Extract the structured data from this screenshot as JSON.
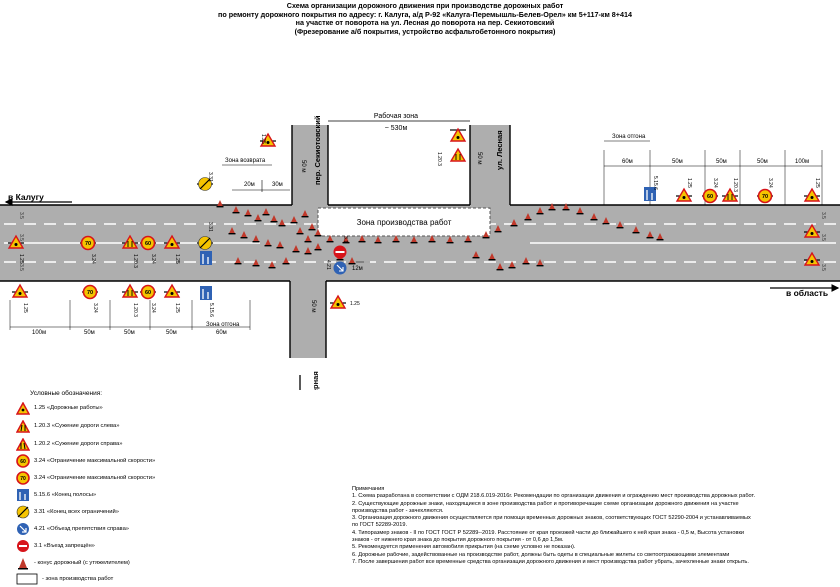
{
  "title": {
    "line1": "Схема организации дорожного движения при производстве дорожных работ",
    "line2": "по ремонту дорожного покрытия по адресу: г. Калуга, а/д Р-92 «Калуга-Перемышль-Белев-Орел» км 5+117-км 8+414",
    "line3": "на участке от поворота на ул. Лесная до поворота на пер. Секиотовский",
    "line4": "(Фрезерование а/б покрытия, устройство асфальтобетонного покрытия)"
  },
  "streets": {
    "to_kaluga": "в Калугу",
    "to_oblast": "в область",
    "sekiotovsky": "пер. Секиотовский",
    "lesnaya": "ул. Лесная",
    "planernaya": "ул. Планерная"
  },
  "zones": {
    "work_zone_title": "Рабочая зона",
    "work_zone_length": "~ 530м",
    "production_zone": "Зона производства работ",
    "return_zone": "Зона возврата",
    "otgon_zone_right": "Зона отгона",
    "otgon_zone_left": "Зона отгона"
  },
  "distances": {
    "d20": "20м",
    "d30": "30м",
    "d50_side_left": "50 м",
    "d50_side_right": "50 м",
    "d50_plan": "50 м",
    "d12": "12м",
    "top_right": [
      "60м",
      "50м",
      "50м",
      "50м",
      "100м"
    ],
    "bottom_left": [
      "100м",
      "50м",
      "50м",
      "50м",
      "60м"
    ]
  },
  "sign_codes": {
    "s125": "1.25",
    "s1203": "1.20.3",
    "s1202": "1.20.2",
    "s324": "3.24",
    "s331": "3.31",
    "s5156": "5.15.6",
    "s421": "4.21",
    "s31": "3.1",
    "s35": "3.5",
    "limit60": "60",
    "limit70": "70"
  },
  "legend": {
    "heading": "Условные обозначения:",
    "items": [
      "1.25 «Дорожные работы»",
      "1.20.3 «Сужение дороги слева»",
      "1.20.2 «Сужение дороги справа»",
      "3.24 «Ограничение максимальной скорости»",
      "3.24 «Ограничение максимальной скорости»",
      "5.15.6 «Конец полосы»",
      "3.31 «Конец всех ограничений»",
      "4.21 «Объезд препятствия справа»",
      "3.1 «Въезд запрещён»",
      "- конус дорожный (с утяжелителем)",
      "- зона производства работ"
    ],
    "speed_values": [
      "60",
      "70"
    ]
  },
  "notes": {
    "heading": "Примечания",
    "lines": [
      "1. Схема разработана в соответствии с ОДМ 218.6.019-2016г. Рекомендации по организации движения и ограждению мест производства дорожных работ.",
      "2. Существующие дорожные знаки, находящиеся в зоне производства работ и противоречащие схеме организации дорожного движения на участке",
      "производства работ - зачехляются.",
      "3. Организация дорожного движения осуществляется при помощи временных дорожных знаков, соответствующих ГОСТ 52290-2004 и устанавливаемых",
      "по ГОСТ 52289-2019.",
      "4. Типоразмер знаков - II по ГОСТ ГОСТ Р 52289--2019. Расстояние от края проезжей части до ближайшего к ней края знака - 0,5 м, Высота установки",
      "знаков - от нижнего края знака до покрытия дорожного покрытия - от 0,6 до 1,5м.",
      "5. Рекомендуется применения автомобиля прикрытия (на схеме условно не показан).",
      "6. Дорожные рабочие, задействованные на производстве работ, должны быть одеты в специальные жилеты со светоотражающими элементами",
      "7. После завершения работ все временные средства организации дорожного движения и мест производства работ убрать, зачехленные знаки открыть."
    ]
  },
  "colors": {
    "road": "#aeaeae",
    "sign_yellow": "#f5c400",
    "sign_red": "#d7141a",
    "sign_blue": "#2f62b4",
    "cone": "#c0392b"
  }
}
